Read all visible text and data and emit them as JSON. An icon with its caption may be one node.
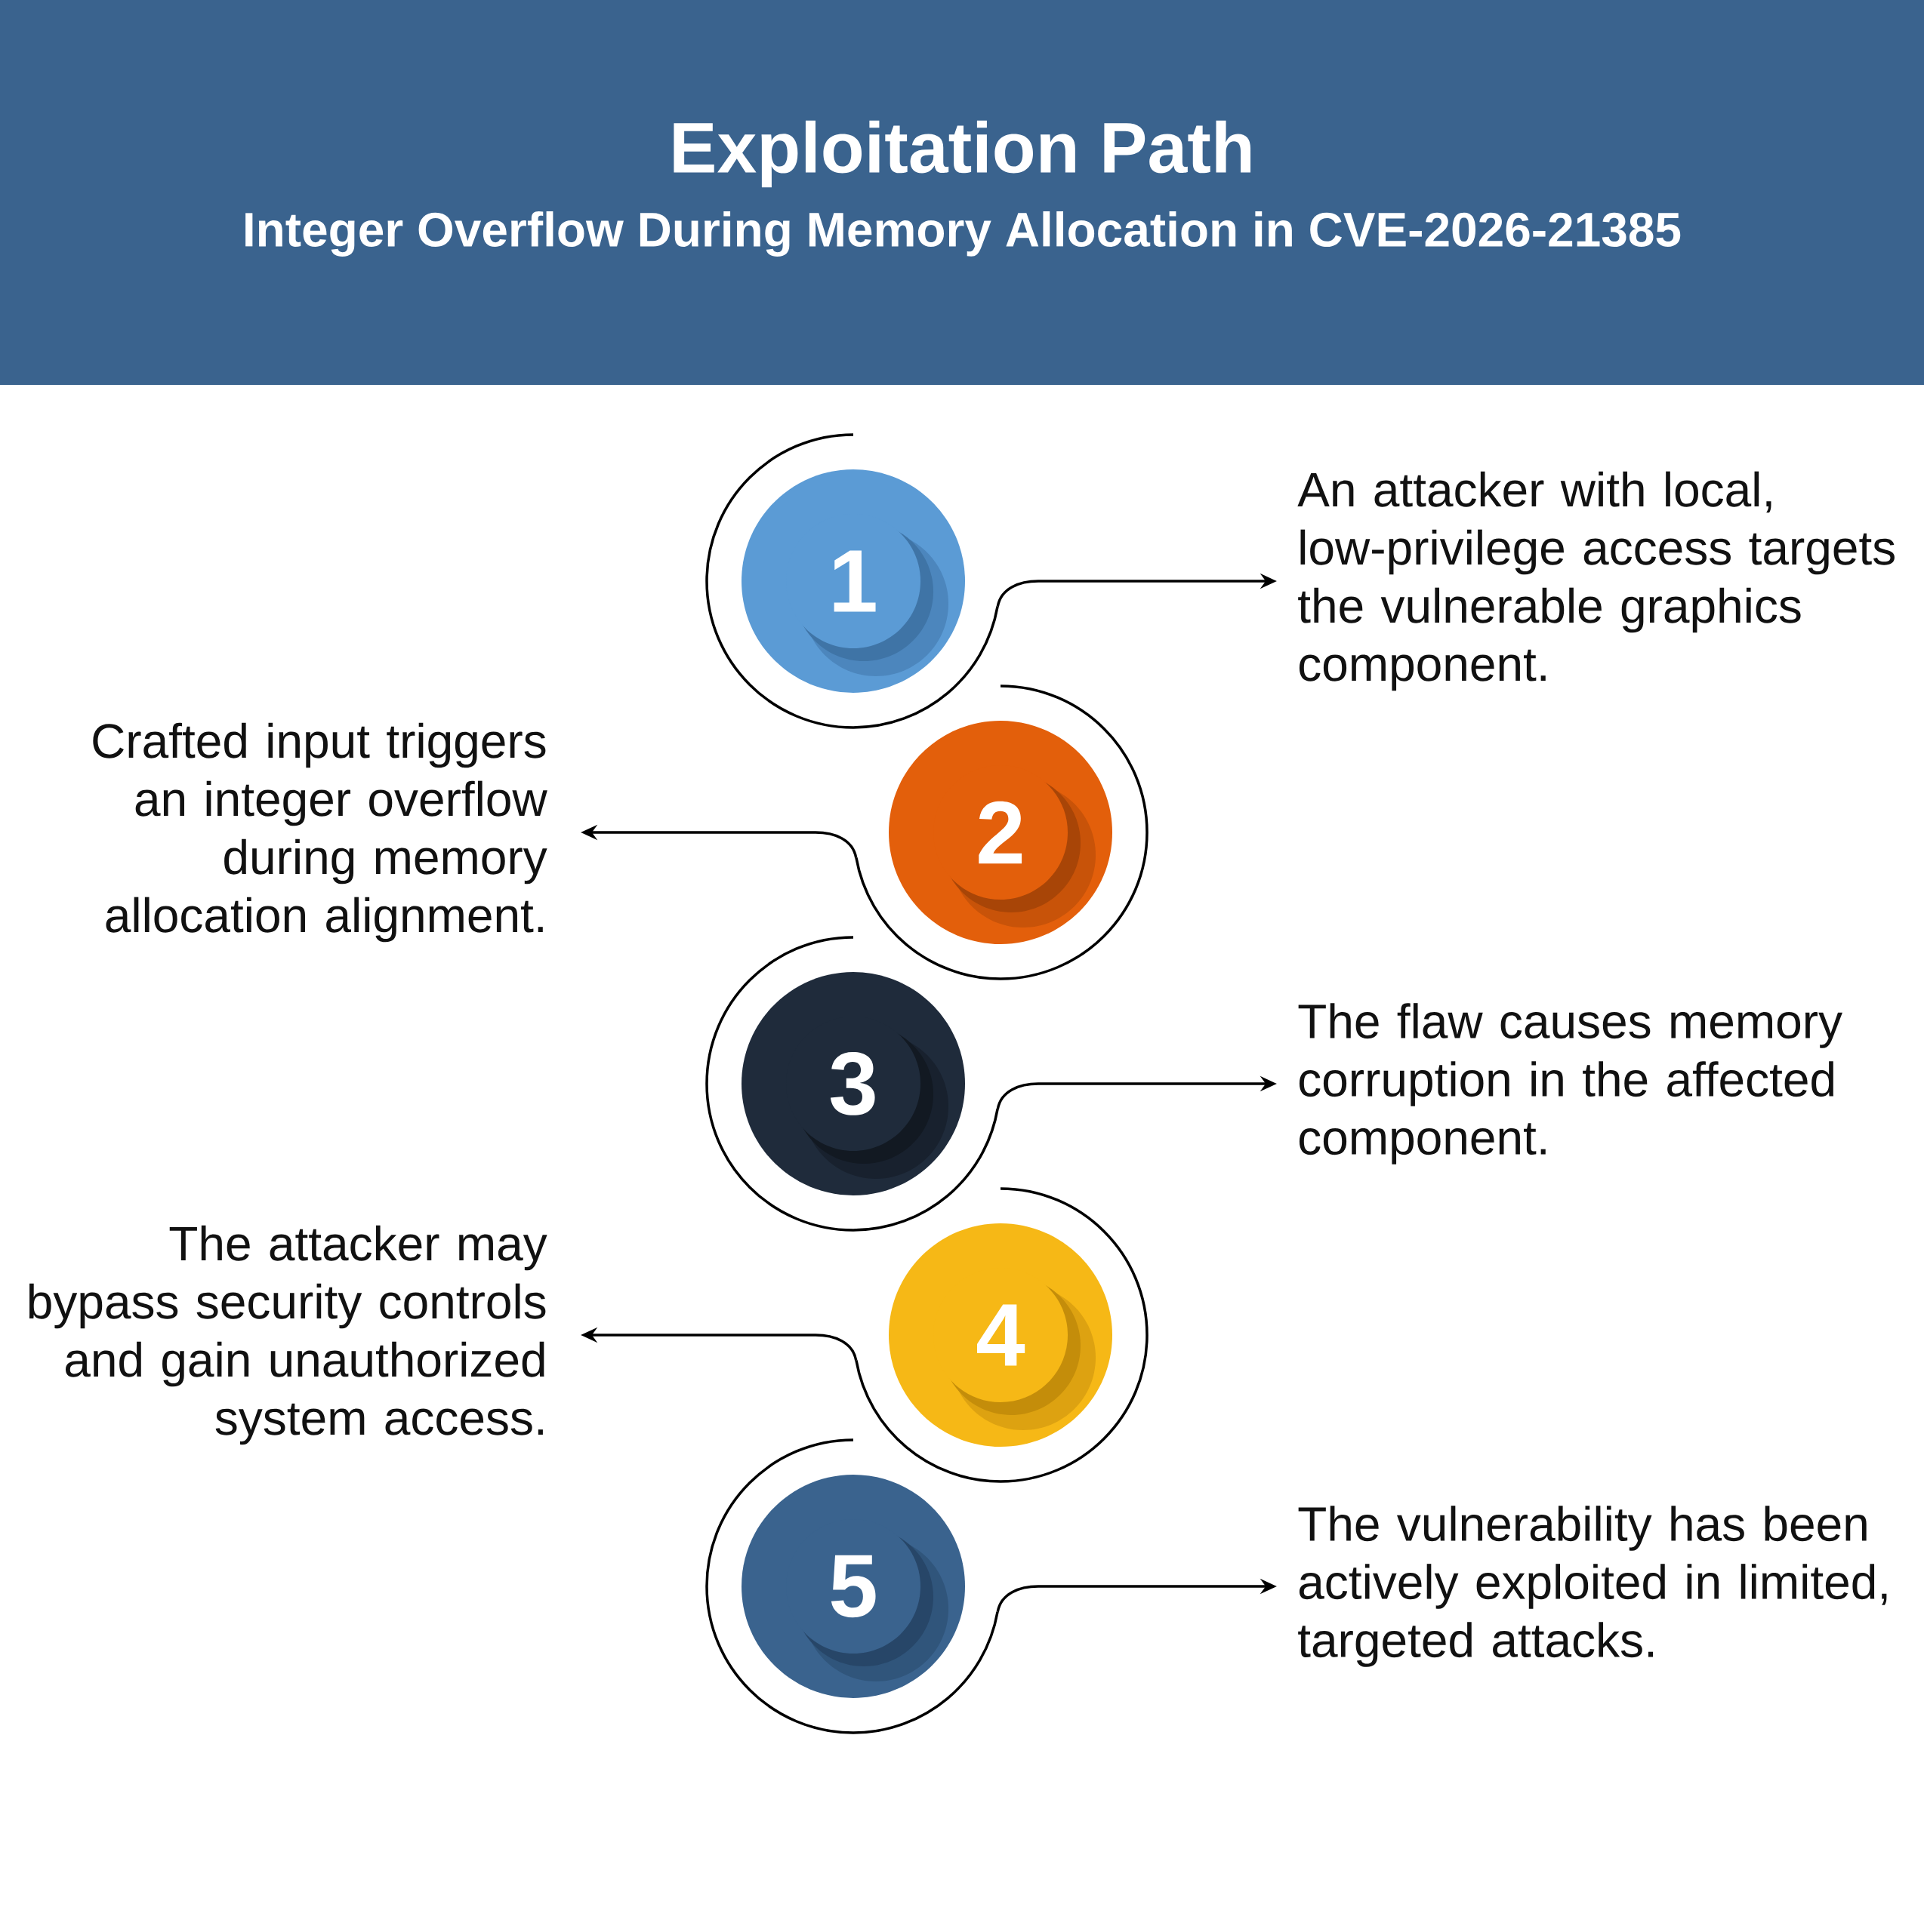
{
  "diagram": {
    "title": "Exploitation Path",
    "nodes": [
      {
        "text": [
          "1"
        ]
      },
      {
        "text": [
          "An attacker with local, low-privilege access targets the vulnerable graphics component."
        ]
      },
      {
        "text": [
          "Crafted input triggers an integer overflow during memory allocation alignment."
        ]
      },
      {
        "text": [
          "2"
        ]
      },
      {
        "text": [
          "3"
        ]
      },
      {
        "text": [
          "The flaw causes memory corruption in the affected component."
        ]
      },
      {
        "text": [
          "The attacker may bypass security controls and gain unauthorized system access."
        ]
      },
      {
        "text": [
          "4"
        ]
      },
      {
        "text": [
          "5"
        ]
      },
      {
        "text": [
          "The vulnerability has been actively exploited in limited, targeted attacks."
        ]
      }
    ],
    "edges": [
      {
        "from": 0,
        "to": 1,
        "arrow": "to"
      },
      {
        "from": 3,
        "to": 2,
        "arrow": "to"
      },
      {
        "from": 4,
        "to": 5,
        "arrow": "to"
      },
      {
        "from": 7,
        "to": 6,
        "arrow": "to"
      },
      {
        "from": 8,
        "to": 9,
        "arrow": "to"
      }
    ],
    "labels": [
      "Integer Overflow During Memory Allocation in CVE-2026-21385"
    ]
  }
}
